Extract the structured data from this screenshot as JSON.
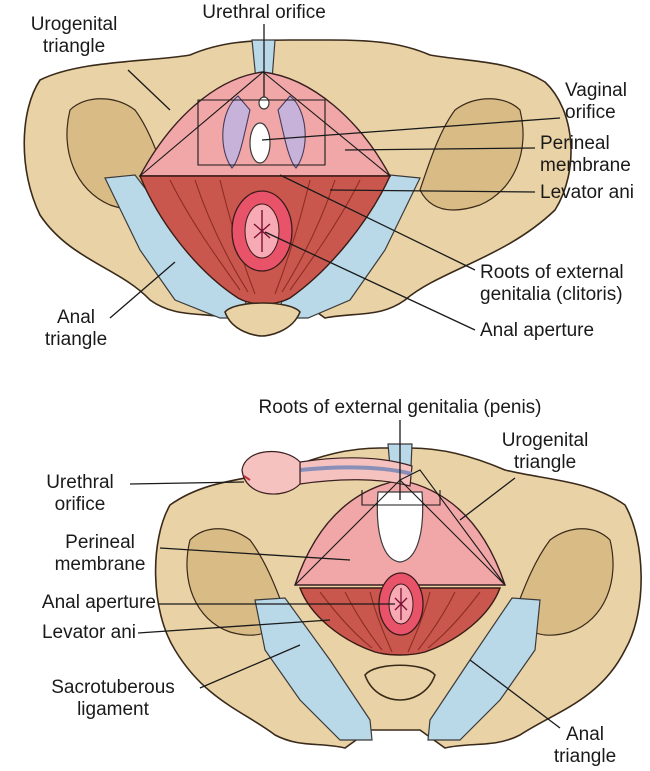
{
  "top_figure": {
    "labels": {
      "urogenital_triangle": "Urogenital\ntriangle",
      "urethral_orifice": "Urethral orifice",
      "vaginal_orifice": "Vaginal\norifice",
      "perineal_membrane": "Perineal\nmembrane",
      "levator_ani": "Levator ani",
      "roots_external_genitalia": "Roots of external\ngenitalia (clitoris)",
      "anal_aperture": "Anal aperture",
      "anal_triangle": "Anal\ntriangle"
    }
  },
  "bottom_figure": {
    "labels": {
      "roots_external_genitalia": "Roots of external genitalia (penis)",
      "urogenital_triangle": "Urogenital\ntriangle",
      "urethral_orifice": "Urethral\norifice",
      "perineal_membrane": "Perineal\nmembrane",
      "anal_aperture": "Anal aperture",
      "levator_ani": "Levator ani",
      "sacrotuberous_ligament": "Sacrotuberous\nligament",
      "anal_triangle": "Anal\ntriangle"
    }
  }
}
